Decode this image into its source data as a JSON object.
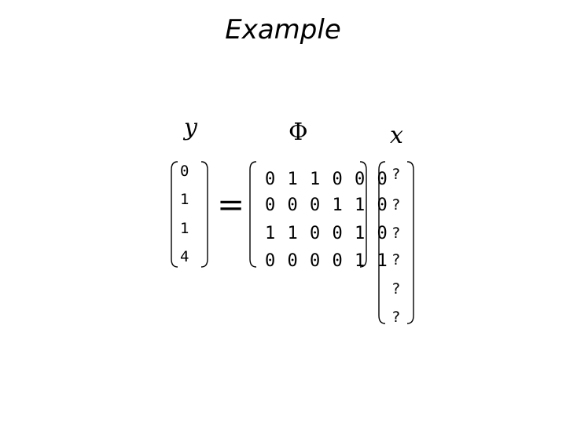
{
  "title": "Example",
  "labels": {
    "y": "y",
    "phi": "Φ",
    "x": "x"
  },
  "operator": "=",
  "y_vector": [
    "0",
    "1",
    "1",
    "4"
  ],
  "phi_matrix": [
    "0 1 1 0 0 0",
    "0 0 0 1 1 0",
    "1 1 0 0 1 0",
    "0 0 0 0 1 1"
  ],
  "x_vector": [
    "?",
    "?",
    "?",
    "?",
    "?",
    "?"
  ]
}
